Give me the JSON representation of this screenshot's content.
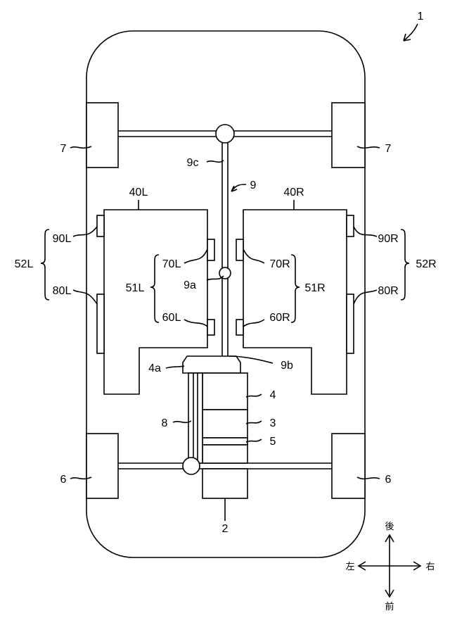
{
  "labels": {
    "figure_ref": "1",
    "front_wheel_left": "6",
    "front_wheel_right": "6",
    "rear_wheel_left": "7",
    "rear_wheel_right": "7",
    "shaft_main": "9",
    "shaft_9a": "9a",
    "shaft_9b": "9b",
    "shaft_9c": "9c",
    "drive_shaft_8": "8",
    "part_2": "2",
    "part_3": "3",
    "part_4": "4",
    "part_4a": "4a",
    "part_5": "5",
    "battery_left": "40L",
    "battery_right": "40R",
    "group_51L": "51L",
    "group_51R": "51R",
    "group_52L": "52L",
    "group_52R": "52R",
    "mount_70L": "70L",
    "mount_60L": "60L",
    "mount_70R": "70R",
    "mount_60R": "60R",
    "mount_90L": "90L",
    "mount_80L": "80L",
    "mount_90R": "90R",
    "mount_80R": "80R"
  },
  "compass": {
    "rear": "後",
    "front": "前",
    "left": "左",
    "right": "右"
  }
}
